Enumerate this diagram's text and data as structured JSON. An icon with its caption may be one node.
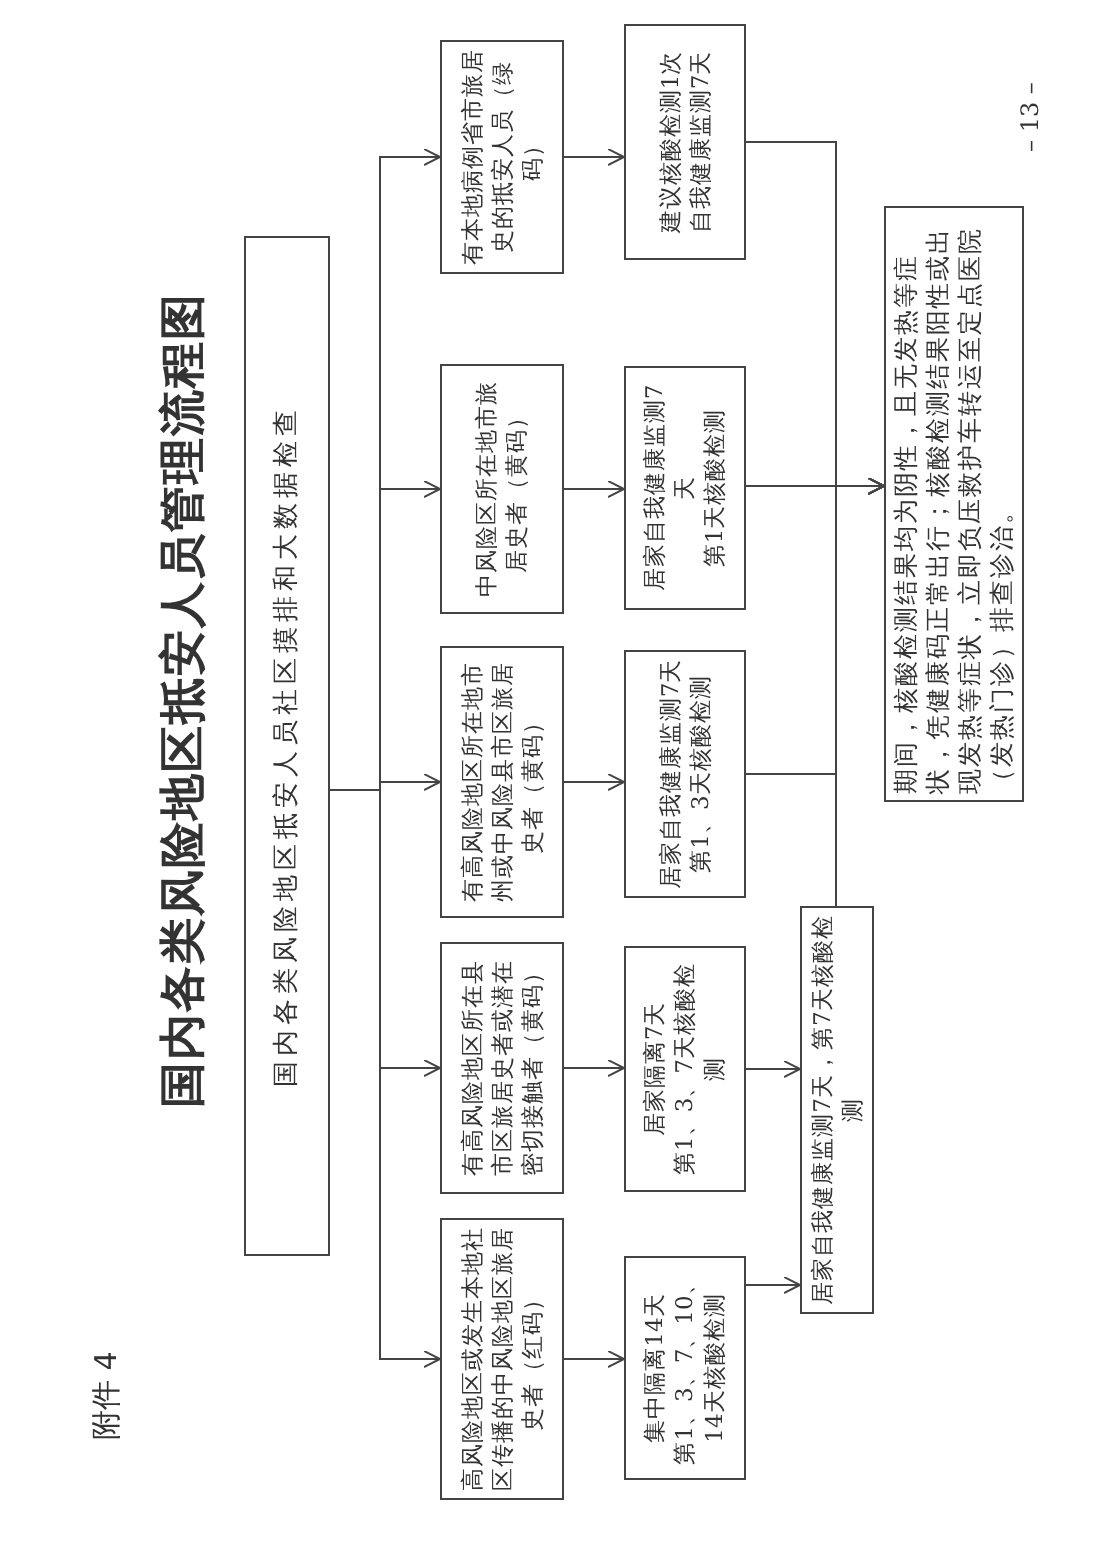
{
  "diagram": {
    "title": "国内各类风险地区抵安人员管理流程图",
    "nodes": [
      {
        "text": [
          "国内各类风险地区抵安人员社区摸排和大数据检查"
        ]
      },
      {
        "text": [
          "高风险地区或发生本地社区传播的中风险地区旅居史者（红码）"
        ]
      },
      {
        "text": [
          "有高风险地区所在县市区旅居史者或潜在密切接触者（黄码）"
        ]
      },
      {
        "text": [
          "有高风险地区所在地市州或中风险县市区旅居史者（黄码）"
        ]
      },
      {
        "text": [
          "中风险区所在地市旅居史者（黄码）"
        ]
      },
      {
        "text": [
          "有本地病例省市旅居史的抵安人员（绿码）"
        ]
      },
      {
        "text": [
          "集中隔离14天",
          "第1、3、7、10、14天核酸检测"
        ]
      },
      {
        "text": [
          "居家隔离7天",
          "第1、3、7天核酸检测"
        ]
      },
      {
        "text": [
          "居家自我健康监测7天",
          "第1、3天核酸检测"
        ]
      },
      {
        "text": [
          "居家自我健康监测7天",
          "第1天核酸检测"
        ]
      },
      {
        "text": [
          "建议核酸检测1次",
          "自我健康监测7天"
        ]
      },
      {
        "text": [
          "居家自我健康监测7天，第7天核酸检测"
        ]
      },
      {
        "text": [
          "期间，核酸检测结果均为阴性，且无发热等症状，凭健康码正常出行；核酸检测结果阳性或出现发热等症状，立即负压救护车转运至定点医院（发热门诊）排查诊治。"
        ]
      }
    ],
    "edges": [
      {
        "from": 0,
        "to": 1,
        "arrow": "to"
      },
      {
        "from": 0,
        "to": 2,
        "arrow": "to"
      },
      {
        "from": 0,
        "to": 3,
        "arrow": "to"
      },
      {
        "from": 0,
        "to": 4,
        "arrow": "to"
      },
      {
        "from": 0,
        "to": 5,
        "arrow": "to"
      },
      {
        "from": 1,
        "to": 6,
        "arrow": "to"
      },
      {
        "from": 2,
        "to": 7,
        "arrow": "to"
      },
      {
        "from": 3,
        "to": 8,
        "arrow": "to"
      },
      {
        "from": 4,
        "to": 9,
        "arrow": "to"
      },
      {
        "from": 5,
        "to": 10,
        "arrow": "to"
      },
      {
        "from": 6,
        "to": 11,
        "arrow": "to"
      },
      {
        "from": 7,
        "to": 11,
        "arrow": "to"
      },
      {
        "from": 8,
        "to": 12,
        "arrow": "to"
      },
      {
        "from": 9,
        "to": 12,
        "arrow": "to"
      },
      {
        "from": 10,
        "to": 12,
        "arrow": "to"
      },
      {
        "from": 11,
        "to": 12,
        "arrow": "to"
      }
    ],
    "labels": [
      "附件 4",
      "– 13 –"
    ]
  }
}
